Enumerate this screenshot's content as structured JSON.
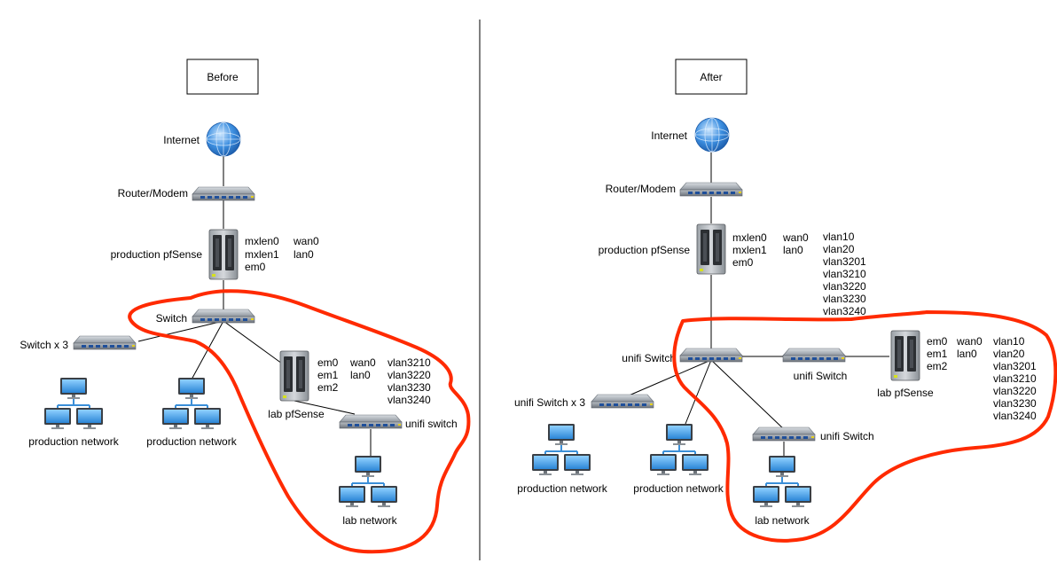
{
  "before": {
    "title": "Before",
    "internet": "Internet",
    "router": "Router/Modem",
    "prod_pfsense": "production pfSense",
    "prod_if": [
      "mxlen0",
      "mxlen1",
      "em0"
    ],
    "prod_roles": [
      "wan0",
      "lan0"
    ],
    "switch": "Switch",
    "switch_x3": "Switch x 3",
    "lab_pfsense": "lab pfSense",
    "lab_if": [
      "em0",
      "em1",
      "em2"
    ],
    "lab_roles": [
      "wan0",
      "lan0"
    ],
    "lab_vlans": [
      "vlan3210",
      "vlan3220",
      "vlan3230",
      "vlan3240"
    ],
    "unifi_switch": "unifi switch",
    "prod_network_1": "production network",
    "prod_network_2": "production network",
    "lab_network": "lab network"
  },
  "after": {
    "title": "After",
    "internet": "Internet",
    "router": "Router/Modem",
    "prod_pfsense": "production pfSense",
    "prod_if": [
      "mxlen0",
      "mxlen1",
      "em0"
    ],
    "prod_roles": [
      "wan0",
      "lan0"
    ],
    "prod_vlans": [
      "vlan10",
      "vlan20",
      "vlan3201",
      "vlan3210",
      "vlan3220",
      "vlan3230",
      "vlan3240"
    ],
    "unifi_switch_main": "unifi Switch",
    "unifi_switch_x3": "unifi Switch x 3",
    "unifi_switch_mid": "unifi Switch",
    "unifi_switch_lab": "unifi Switch",
    "lab_pfsense": "lab pfSense",
    "lab_if": [
      "em0",
      "em1",
      "em2"
    ],
    "lab_roles": [
      "wan0",
      "lan0"
    ],
    "lab_vlans": [
      "vlan10",
      "vlan20",
      "vlan3201",
      "vlan3210",
      "vlan3220",
      "vlan3230",
      "vlan3240"
    ],
    "prod_network_1": "production network",
    "prod_network_2": "production network",
    "lab_network": "lab network"
  },
  "colors": {
    "highlight": "#ff2a00",
    "globe": "#3d8fe0",
    "monitor": "#4aa3e8"
  }
}
